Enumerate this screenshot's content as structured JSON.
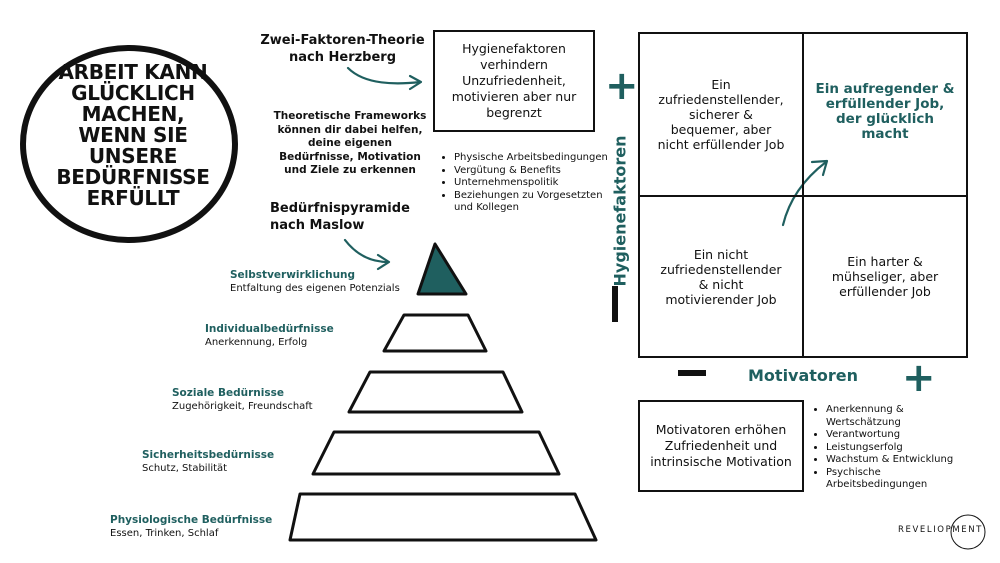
{
  "headline": [
    "ARBEIT KANN",
    "GLÜCKLICH",
    "MACHEN,",
    "WENN SIE",
    "UNSERE",
    "BEDÜRFNISSE",
    "ERFÜLLT"
  ],
  "herzberg": {
    "title_line1": "Zwei-Faktoren-Theorie",
    "title_line2": "nach Herzberg"
  },
  "frameworks": {
    "line1": "Theoretische Frameworks",
    "line2": "können dir dabei helfen,",
    "line3": "deine eigenen",
    "line4": "Bedürfnisse, Motivation",
    "line5": "und Ziele zu erkennen"
  },
  "maslow": {
    "title_line1": "Bedürfnispyramide",
    "title_line2": "nach Maslow"
  },
  "hygiene_box": {
    "line1": "Hygienefaktoren",
    "line2": "verhindern",
    "line3": "Unzufriedenheit,",
    "line4": "motivieren aber nur",
    "line5": "begrenzt"
  },
  "hygiene_list": [
    "Physische Arbeitsbedingungen",
    "Vergütung & Benefits",
    "Unternehmenspolitik",
    "Beziehungen zu Vorgesetzten und Kollegen"
  ],
  "matrix": {
    "y_label": "Hygienefaktoren",
    "x_label": "Motivatoren",
    "plus": "+",
    "minus": "–",
    "q_top_left": [
      "Ein",
      "zufriedenstellender,",
      "sicherer &",
      "bequemer, aber",
      "nicht erfüllender Job"
    ],
    "q_top_right": [
      "Ein aufregender &",
      "erfüllender Job,",
      "der glücklich",
      "macht"
    ],
    "q_bottom_left": [
      "Ein nicht",
      "zufriedenstellender",
      "& nicht",
      "motivierender Job"
    ],
    "q_bottom_right": [
      "Ein harter &",
      "mühseliger, aber",
      "erfüllender Job"
    ]
  },
  "motivator_box": {
    "line1": "Motivatoren erhöhen",
    "line2": "Zufriedenheit und",
    "line3": "intrinsische Motivation"
  },
  "motivator_list": [
    "Anerkennung & Wertschätzung",
    "Verantwortung",
    "Leistungserfolg",
    "Wachstum & Entwicklung",
    "Psychische Arbeitsbedingungen"
  ],
  "pyramid": [
    {
      "title": "Selbstverwirklichung",
      "sub": "Entfaltung des eigenen Potenzials"
    },
    {
      "title": "Individualbedürfnisse",
      "sub": "Anerkennung, Erfolg"
    },
    {
      "title": "Soziale Bedürnisse",
      "sub": "Zugehörigkeit, Freundschaft"
    },
    {
      "title": "Sicherheitsbedürnisse",
      "sub": "Schutz, Stabilität"
    },
    {
      "title": "Physiologische Bedürfnisse",
      "sub": "Essen, Trinken, Schlaf"
    }
  ],
  "logo": "REVELIOPMENT",
  "colors": {
    "accent": "#1f5f5f",
    "ink": "#111111"
  }
}
